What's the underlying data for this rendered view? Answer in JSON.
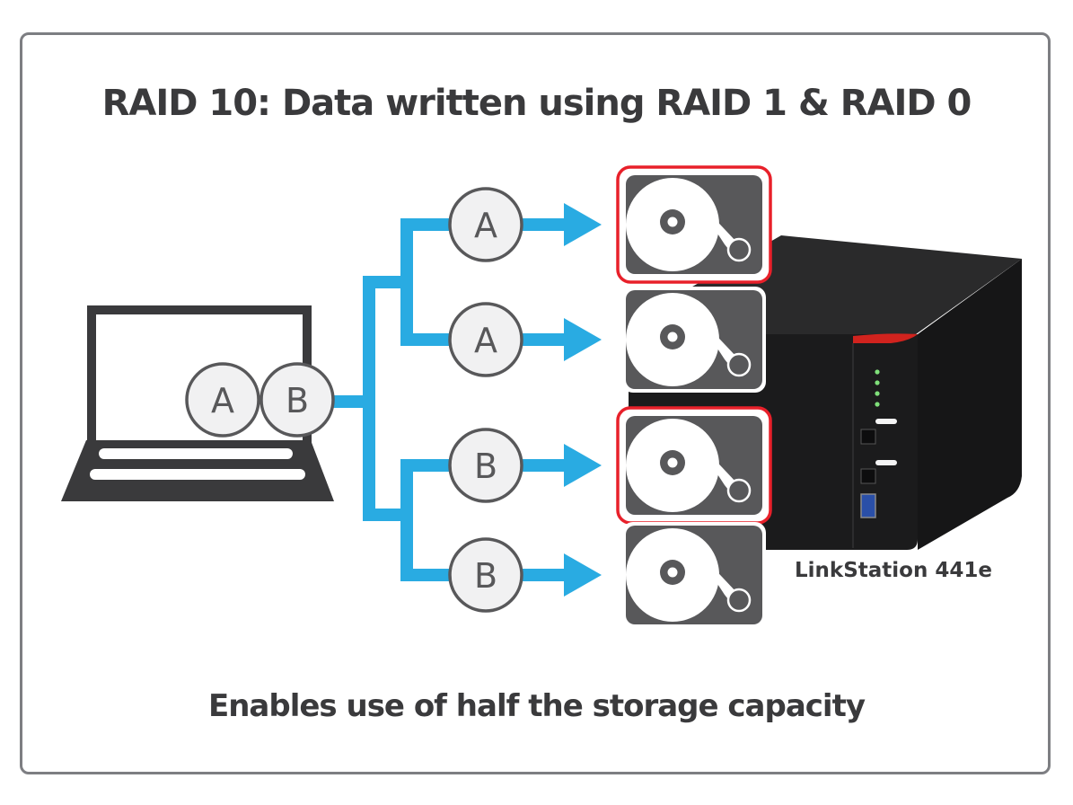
{
  "title": "RAID 10: Data written using RAID 1 & RAID 0",
  "caption": "Enables use of half the storage capacity",
  "device": {
    "name": "LinkStation 441e",
    "icon": "nas-device-icon",
    "status_leds": 4
  },
  "source": {
    "icon": "laptop-icon",
    "blocks": [
      "A",
      "B"
    ]
  },
  "flows": [
    {
      "block": "A",
      "target_drive": 1
    },
    {
      "block": "A",
      "target_drive": 2
    },
    {
      "block": "B",
      "target_drive": 3
    },
    {
      "block": "B",
      "target_drive": 4
    }
  ],
  "drives": [
    {
      "id": 1,
      "icon": "hard-drive-icon",
      "highlighted": true
    },
    {
      "id": 2,
      "icon": "hard-drive-icon",
      "highlighted": false
    },
    {
      "id": 3,
      "icon": "hard-drive-icon",
      "highlighted": true
    },
    {
      "id": 4,
      "icon": "hard-drive-icon",
      "highlighted": false
    }
  ],
  "colors": {
    "flow": "#29abe2",
    "highlight": "#e8202a",
    "drive": "#58585a",
    "text": "#3a3a3c",
    "frame": "#7d7e82",
    "bubble_fill": "#f1f1f2"
  }
}
